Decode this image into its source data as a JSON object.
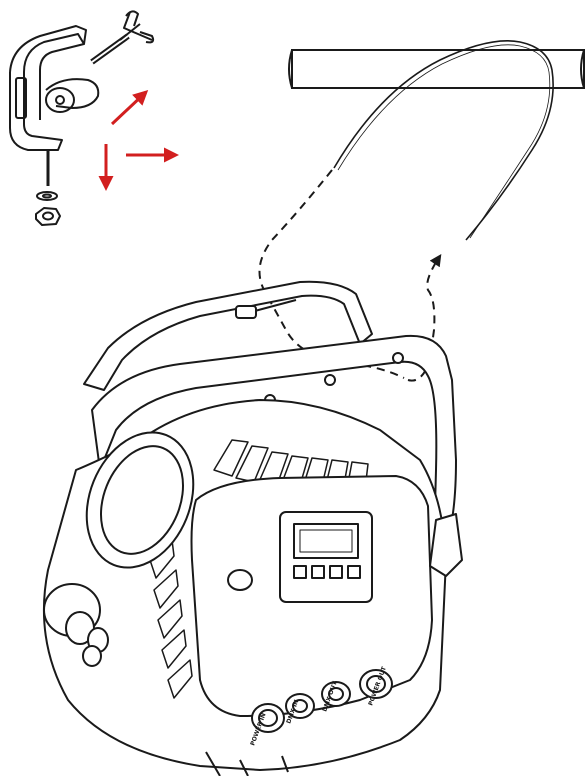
{
  "diagram": {
    "panel_labels": {
      "power_in": "POWER IN",
      "dmx_in": "DMX IN",
      "dmx_out": "DMX OUT",
      "power_out": "POWER OUT"
    },
    "colors": {
      "line": "#1a1a1a",
      "arrow": "#d21f1f",
      "background": "#ffffff"
    },
    "icons": [
      "clamp-icon",
      "truss-pipe-icon",
      "safety-cable-icon",
      "par-fixture-icon"
    ]
  }
}
